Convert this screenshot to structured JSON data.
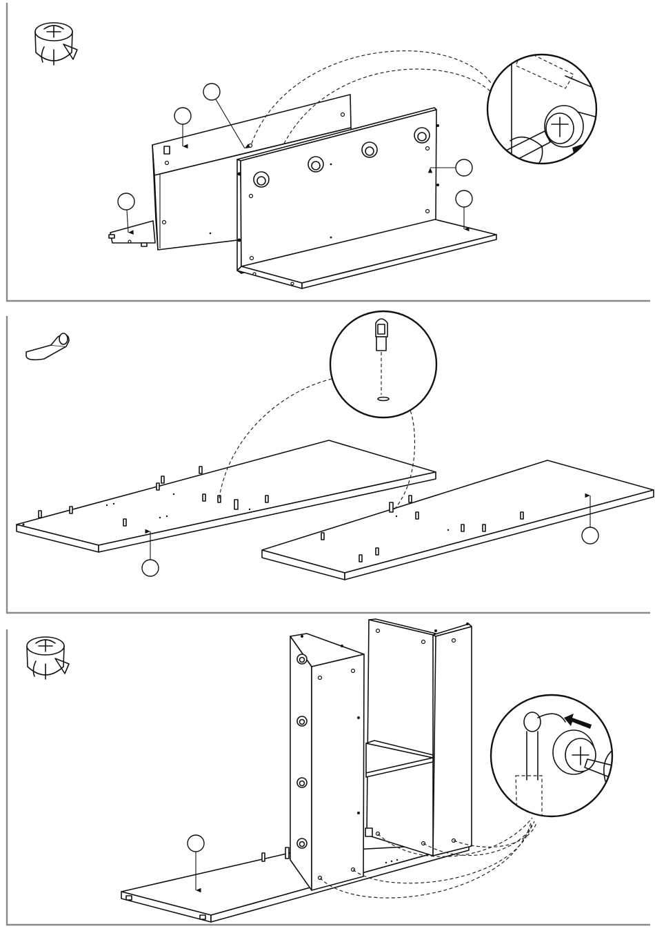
{
  "page": {
    "background": "#ffffff",
    "frame_color": "#8a8a8a",
    "line_color": "#111111"
  },
  "steps": [
    {
      "id": "step-1",
      "hardware_icon": "cam-lock-icon",
      "detail_icon": "screwdriver-tighten-cam-icon",
      "callout_count": 5
    },
    {
      "id": "step-2",
      "hardware_icon": "shelf-support-pin-icon",
      "detail_icon": "pin-insert-detail-icon",
      "callout_count": 2
    },
    {
      "id": "step-3",
      "hardware_icon": "cam-lock-icon",
      "detail_icon": "screwdriver-tighten-cam-icon",
      "callout_count": 1
    }
  ]
}
